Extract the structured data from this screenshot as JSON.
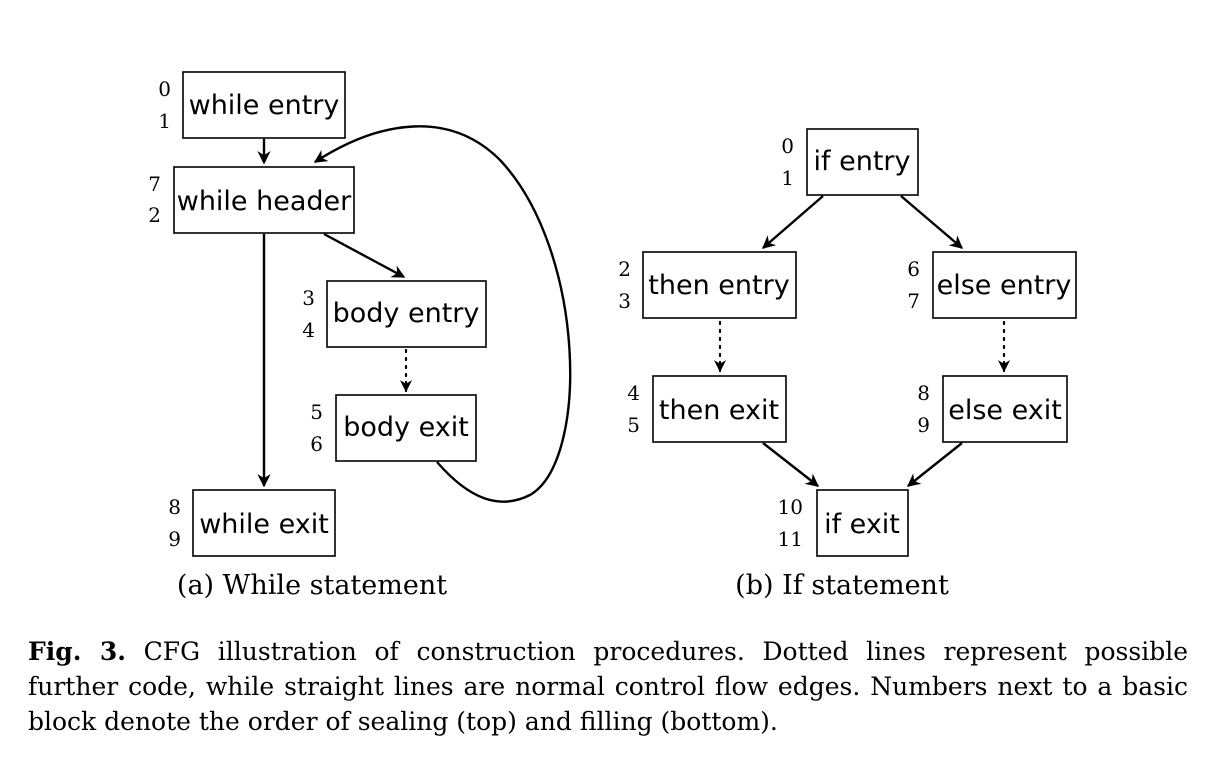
{
  "panels": {
    "a": {
      "subcaption": "(a) While statement",
      "blocks": {
        "while_entry": {
          "label": "while entry",
          "seal": "0",
          "fill": "1"
        },
        "while_header": {
          "label": "while header",
          "seal": "7",
          "fill": "2"
        },
        "body_entry": {
          "label": "body entry",
          "seal": "3",
          "fill": "4"
        },
        "body_exit": {
          "label": "body exit",
          "seal": "5",
          "fill": "6"
        },
        "while_exit": {
          "label": "while exit",
          "seal": "8",
          "fill": "9"
        }
      }
    },
    "b": {
      "subcaption": "(b) If statement",
      "blocks": {
        "if_entry": {
          "label": "if entry",
          "seal": "0",
          "fill": "1"
        },
        "then_entry": {
          "label": "then entry",
          "seal": "2",
          "fill": "3"
        },
        "else_entry": {
          "label": "else entry",
          "seal": "6",
          "fill": "7"
        },
        "then_exit": {
          "label": "then exit",
          "seal": "4",
          "fill": "5"
        },
        "else_exit": {
          "label": "else exit",
          "seal": "8",
          "fill": "9"
        },
        "if_exit": {
          "label": "if exit",
          "seal": "10",
          "fill": "11"
        }
      }
    }
  },
  "caption": {
    "label": "Fig. 3.",
    "text": "CFG illustration of construction procedures. Dotted lines represent possible further code, while straight lines are normal control flow edges. Numbers next to a basic block denote the order of sealing (top) and filling (bottom)."
  }
}
